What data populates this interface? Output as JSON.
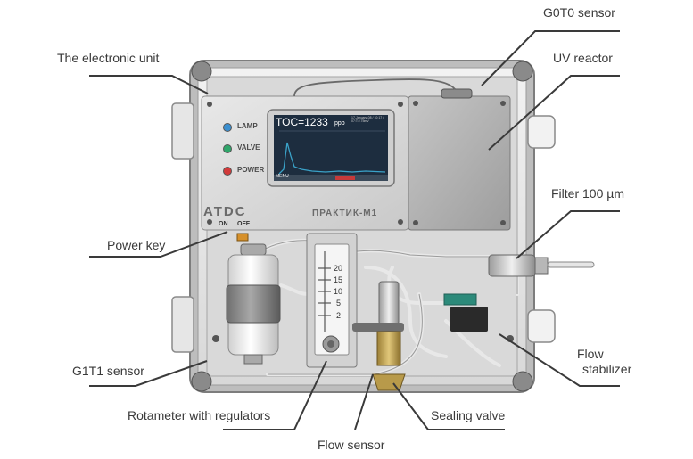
{
  "labels": {
    "g0t0": "G0T0 sensor",
    "uv": "UV reactor",
    "electronic": "The electronic unit",
    "filter": "Filter 100 µm",
    "power_key": "Power key",
    "flow_stab_1": "Flow",
    "flow_stab_2": "stabilizer",
    "g1t1": "G1T1 sensor",
    "rotameter": "Rotameter with regulators",
    "sealing": "Sealing valve",
    "flow_sensor": "Flow sensor"
  },
  "device": {
    "indicators": [
      "LAMP",
      "VALVE",
      "POWER"
    ],
    "brand": "ATDC",
    "model": "ПРАКТИК-М1",
    "switch_on": "ON",
    "switch_off": "OFF",
    "screen_title": "TOC=1233",
    "screen_unit": "ppb",
    "screen_info": "17-January-08 / 10:17  / 07:T:2.75mV",
    "screen_footer": "MENU",
    "rotameter_scale": [
      "20",
      "15",
      "10",
      "5",
      "2"
    ]
  },
  "colors": {
    "lamp": "#3a8fd0",
    "valve": "#2fa66a",
    "power": "#d23a3a",
    "screen_curve": "#3aa2c8",
    "screen_bg": "#1d2d3f",
    "valve_brass": "#b89a4a"
  }
}
